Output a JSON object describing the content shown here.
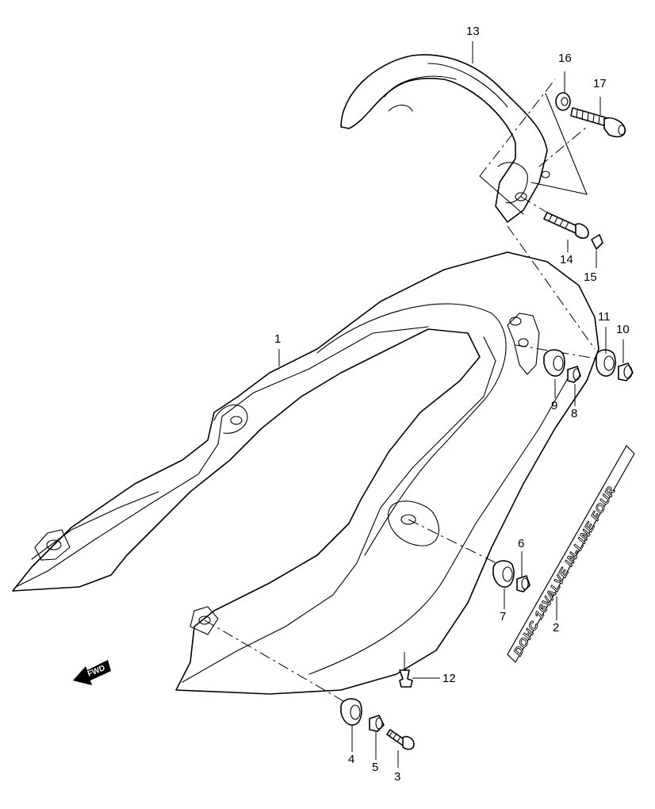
{
  "callouts": {
    "p1": "1",
    "p2": "2",
    "p3": "3",
    "p4": "4",
    "p5": "5",
    "p6": "6",
    "p7": "7",
    "p8": "8",
    "p9": "9",
    "p10": "10",
    "p11": "11",
    "p12": "12",
    "p13": "13",
    "p14": "14",
    "p15": "15",
    "p16": "16",
    "p17": "17"
  },
  "decal_text": "DOHC 16VALVE IN-LINE FOUR",
  "fwd_label": "FWD"
}
